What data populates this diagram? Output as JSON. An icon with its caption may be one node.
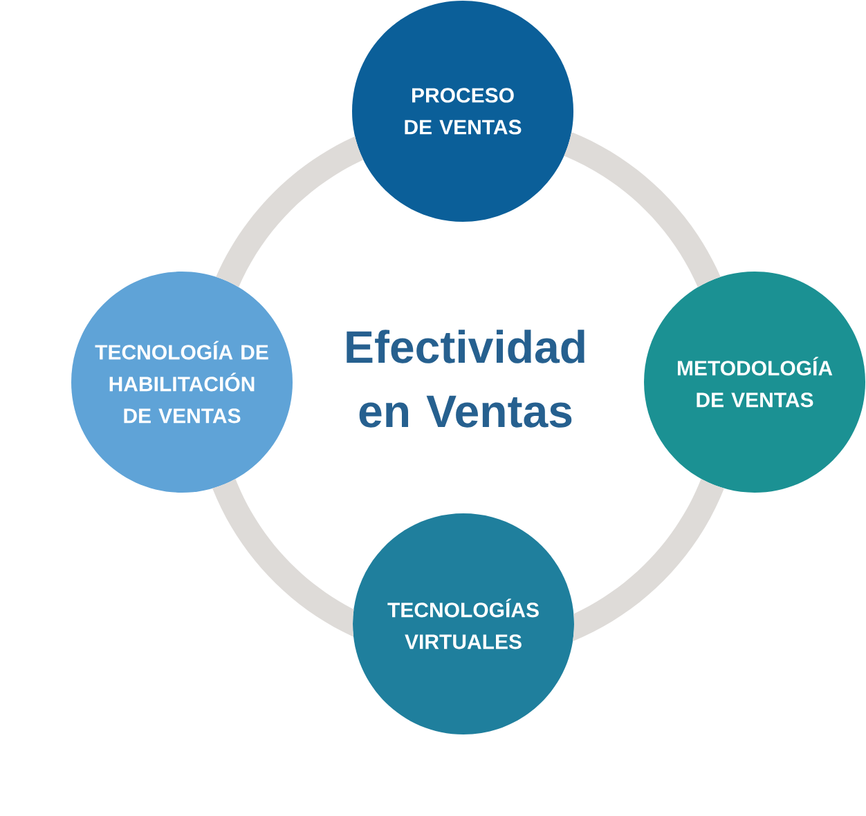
{
  "diagram": {
    "title": "Efectividad en Ventas",
    "nodes": [
      {
        "text": [
          "PROCESO DE VENTAS"
        ]
      },
      {
        "text": [
          "TECNOLOGÍA DE HABILITACIÓN DE VENTAS"
        ]
      },
      {
        "text": [
          "METODOLOGÍA DE VENTAS"
        ]
      },
      {
        "text": [
          "TECNOLOGÍAS VIRTUALES"
        ]
      }
    ],
    "edges": [
      {
        "from": 0,
        "to": 2,
        "arrow": "none"
      },
      {
        "from": 2,
        "to": 3,
        "arrow": "none"
      },
      {
        "from": 3,
        "to": 1,
        "arrow": "none"
      },
      {
        "from": 1,
        "to": 0,
        "arrow": "none"
      }
    ]
  }
}
